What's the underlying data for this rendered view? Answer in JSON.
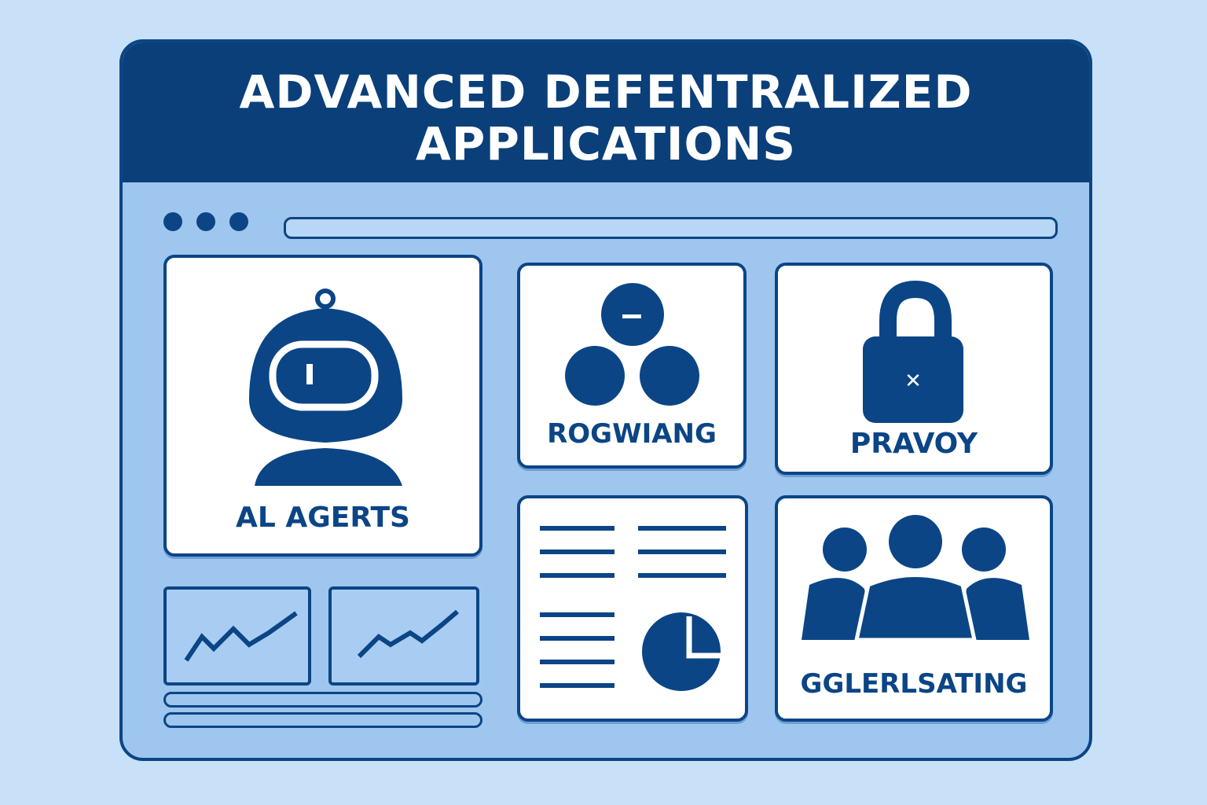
{
  "header": {
    "title_line1": "ADVANCED DEFENTRALIZED",
    "title_line2": "APPLICATIONS"
  },
  "cards": [
    {
      "label": "AL AGERTS",
      "icon": "robot-icon"
    },
    {
      "label": "ROGWIANG",
      "icon": "group-heads-icon"
    },
    {
      "label": "PRAVOY",
      "icon": "lock-icon"
    },
    {
      "label": "",
      "icon": "document-pie-icon"
    },
    {
      "label": "GGLERLSATING",
      "icon": "people-icon"
    }
  ],
  "colors": {
    "background": "#c8e1f9",
    "primary": "#0b4585",
    "panel": "#9fc6ee"
  }
}
